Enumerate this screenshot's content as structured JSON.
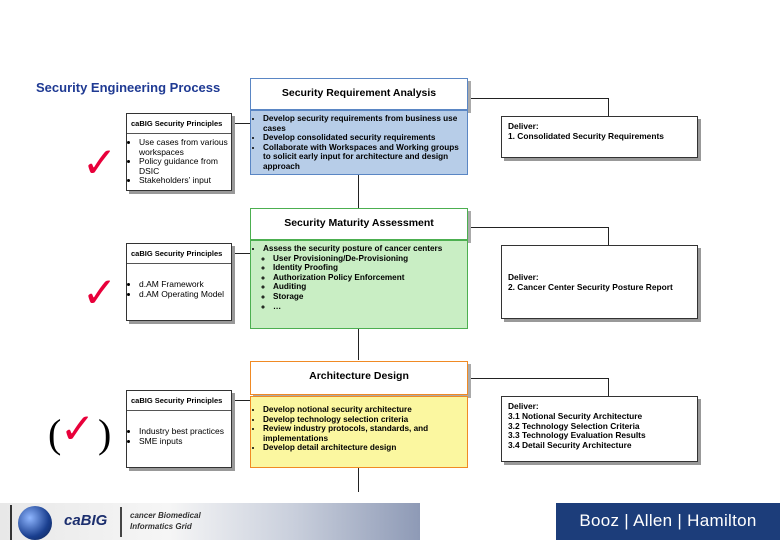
{
  "title": "Security Engineering Process",
  "stages": [
    {
      "input_title": "caBIG Security Principles",
      "input_items": [
        "Use cases from various workspaces",
        "Policy guidance from DSIC",
        "Stakeholders’ input"
      ],
      "stage_title": "Security Requirement Analysis",
      "stage_items": [
        {
          "text": "Develop security requirements from business use cases"
        },
        {
          "text": "Develop consolidated security requirements"
        },
        {
          "text": "Collaborate with Workspaces and Working groups to solicit early input for architecture and design approach"
        }
      ],
      "deliver_label": "Deliver:",
      "deliver_items": [
        "1. Consolidated Security Requirements"
      ],
      "mark": "✓",
      "stage_color": "#b7cde8"
    },
    {
      "input_title": "caBIG Security Principles",
      "input_items": [
        "d.AM Framework",
        "d.AM Operating Model"
      ],
      "stage_title": "Security Maturity Assessment",
      "stage_items": [
        {
          "text": "Assess the security posture of cancer centers",
          "sub": [
            "User Provisioning/De-Provisioning",
            "Identity Proofing",
            "Authorization Policy Enforcement",
            "Auditing",
            "Storage",
            "…"
          ]
        }
      ],
      "deliver_label": "Deliver:",
      "deliver_items": [
        "2. Cancer Center Security Posture Report"
      ],
      "mark": "✓",
      "stage_color": "#c9eec4"
    },
    {
      "input_title": "caBIG Security Principles",
      "input_items": [
        "Industry best practices",
        "SME inputs"
      ],
      "stage_title": "Architecture Design",
      "stage_items": [
        {
          "text": "Develop notional security architecture"
        },
        {
          "text": "Develop technology selection criteria"
        },
        {
          "text": "Review industry protocols, standards, and implementations"
        },
        {
          "text": "Develop detail architecture design"
        }
      ],
      "deliver_label": "Deliver:",
      "deliver_items": [
        "3.1 Notional Security Architecture",
        "3.2 Technology Selection Criteria",
        "3.3 Technology Evaluation Results",
        "3.4 Detail Security Architecture"
      ],
      "mark": "✓",
      "paren_open": "(",
      "paren_close": ")",
      "stage_color": "#fbf7a0"
    }
  ],
  "footer": {
    "cabig": "caBIG",
    "cabig_sub_line1": "cancer Biomedical",
    "cabig_sub_line2": "Informatics Grid",
    "company": "Booz | Allen | Hamilton"
  },
  "colors": {
    "title": "#1f3a93",
    "check": "#e8003a",
    "stage1_border": "#5a86c4",
    "stage2_border": "#4caf50",
    "stage3_border": "#f08a24",
    "company_band": "#1c3d7a"
  }
}
